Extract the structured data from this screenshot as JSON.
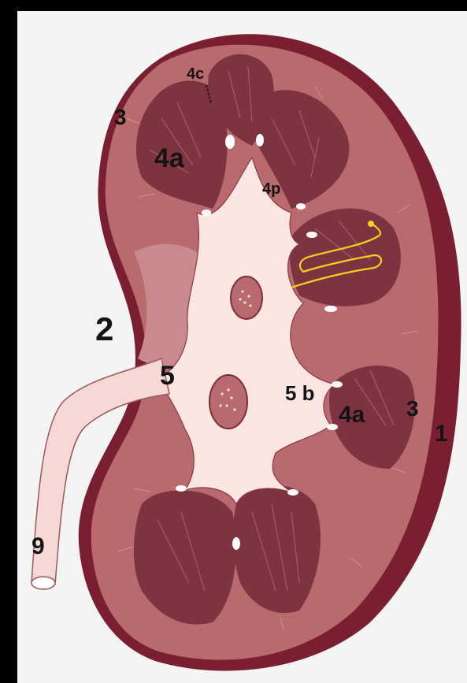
{
  "labels": {
    "l1": "1",
    "l2": "2",
    "l3_top": "3",
    "l3_right": "3",
    "l4a_top": "4a",
    "l4a_right": "4a",
    "l4c": "4c",
    "l4p": "4p",
    "l5": "5",
    "l5b": "5 b",
    "l9": "9"
  },
  "colors": {
    "background": "#000000",
    "panel": "#f4f4f4",
    "capsule": "#7a1f30",
    "cortex": "#b86a6f",
    "medulla": "#7e3440",
    "pelvis": "#fbe6e2",
    "ureter": "#f6d8d4",
    "nephron": "#f2d21c",
    "label": "#141414"
  }
}
